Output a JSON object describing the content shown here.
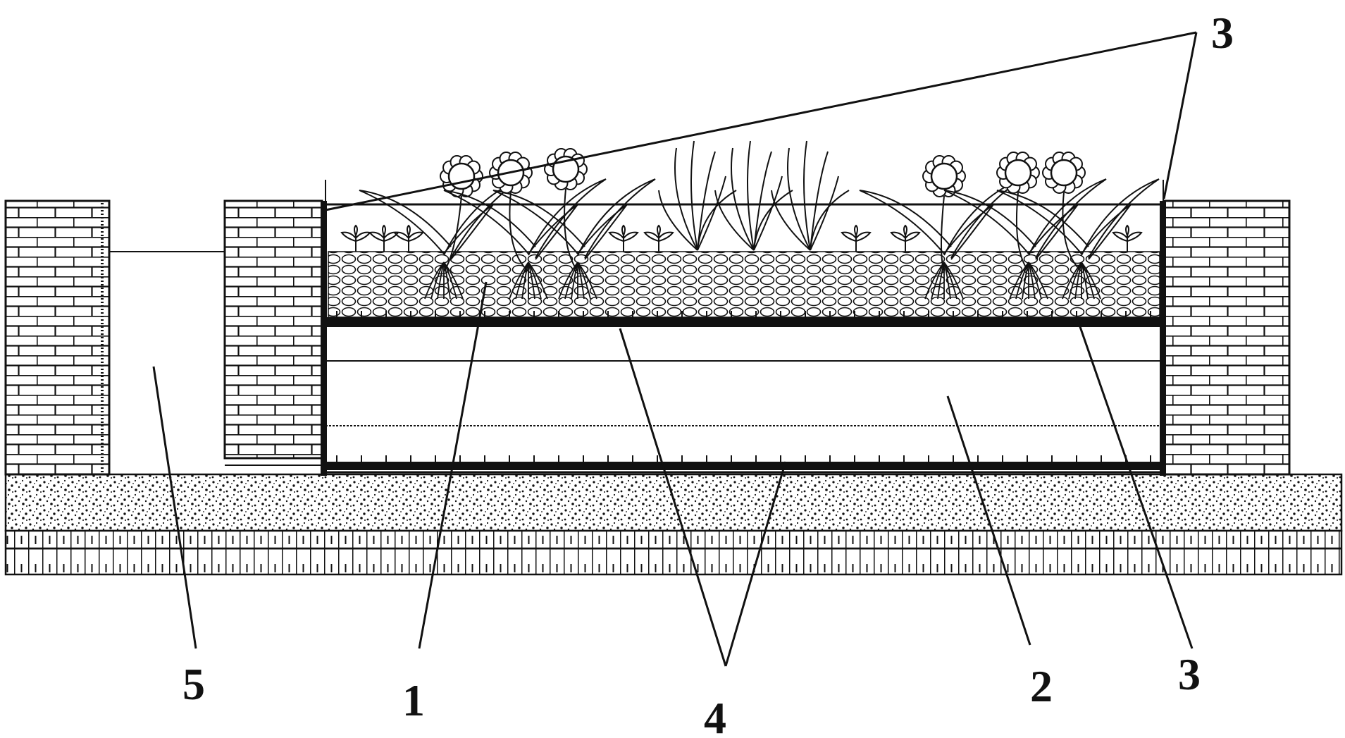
{
  "diagram": {
    "labels": {
      "l1": "1",
      "l2": "2",
      "l3_top": "3",
      "l3_bottom": "3",
      "l4": "4",
      "l5": "5"
    },
    "colors": {
      "line": "#111111",
      "fill": "#ffffff"
    }
  }
}
